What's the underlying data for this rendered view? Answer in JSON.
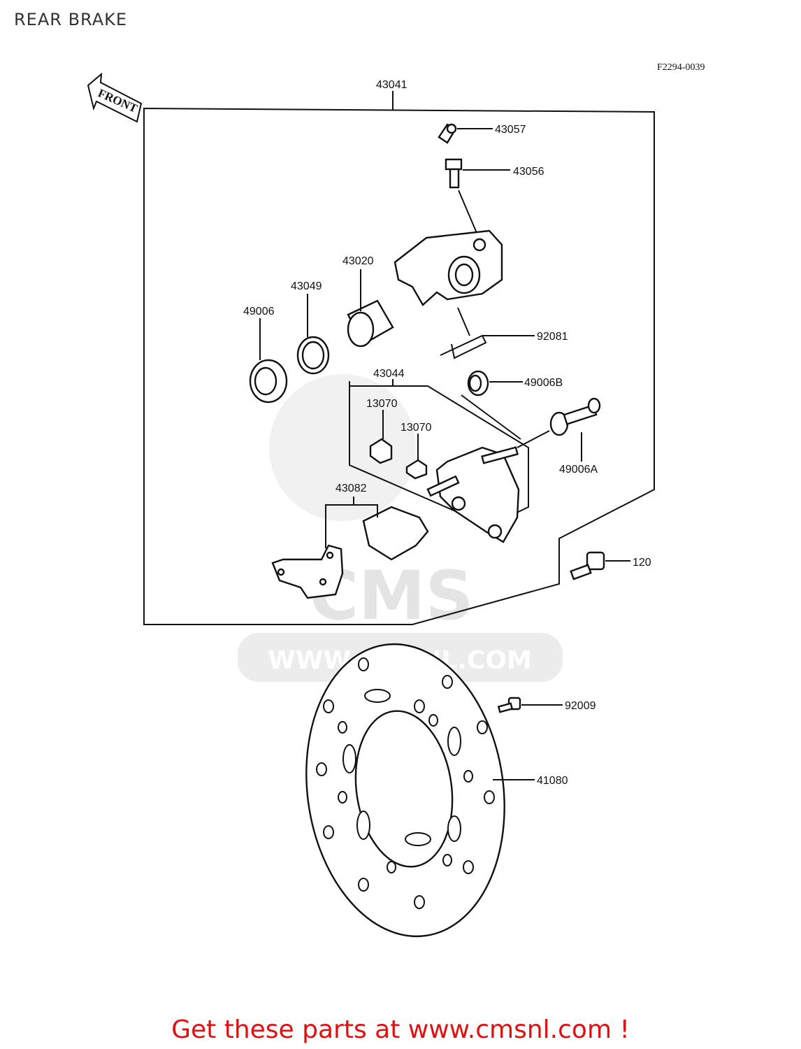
{
  "title": "REAR BRAKE",
  "ref_code": "F2294-0039",
  "front_label": "FRONT",
  "watermark": {
    "brand": "CMS",
    "url": "WWW.CMSNL.COM"
  },
  "parts": {
    "p43041": "43041",
    "p43057": "43057",
    "p43056": "43056",
    "p43020": "43020",
    "p43049": "43049",
    "p49006": "49006",
    "p92081": "92081",
    "p43044": "43044",
    "p49006B": "49006B",
    "p13070a": "13070",
    "p13070b": "13070",
    "p49006A": "49006A",
    "p43082": "43082",
    "p120": "120",
    "p92009": "92009",
    "p41080": "41080"
  },
  "footer": "Get these parts at www.cmsnl.com !",
  "colors": {
    "footer": "#e01010",
    "line": "#111111",
    "watermark": "#e4e4e4"
  }
}
